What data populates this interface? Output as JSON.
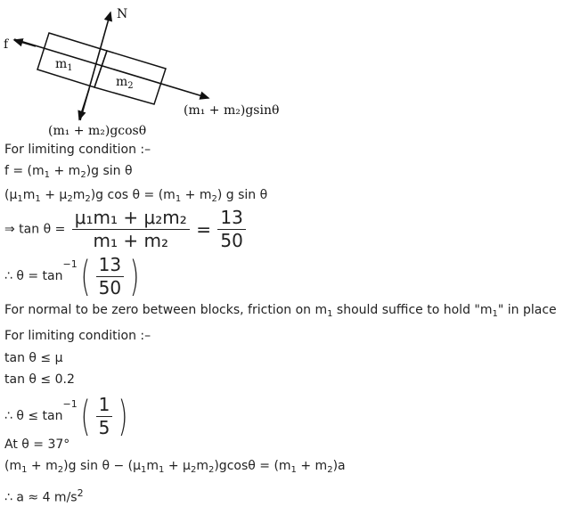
{
  "diagram": {
    "normal_label": "N",
    "friction_label": "f",
    "block1_label": "m",
    "block1_sub": "1",
    "block2_label": "m",
    "block2_sub": "2",
    "sin_label": "(m₁ + m₂)gsinθ",
    "cos_label": "(m₁ + m₂)gcosθ"
  },
  "lines": {
    "l1": "For limiting condition :–",
    "l2a": "f = (m",
    "l2b": "1",
    "l2c": " + m",
    "l2d": "2",
    "l2e": ")g sin θ",
    "l3a": "(μ",
    "l3b": "1",
    "l3c": "m",
    "l3d": "1",
    "l3e": " + μ",
    "l3f": "2",
    "l3g": "m",
    "l3h": "2",
    "l3i": ")g cos θ = (m",
    "l3j": "1",
    "l3k": " + m",
    "l3l": "2",
    "l3m": ") g sin θ",
    "l4_prefix": "⇒ tan θ =",
    "l4_num": "μ₁m₁ + μ₂m₂",
    "l4_den": "m₁ + m₂",
    "l4_eq": "=",
    "l4_num2": "13",
    "l4_den2": "50",
    "l5_prefix": "∴  θ = tan",
    "l5_sup": "−1",
    "l5_num": "13",
    "l5_den": "50",
    "l6a": "For normal to be zero between blocks, friction on m",
    "l6b": "1",
    "l6c": " should suffice to hold \"m",
    "l6d": "1",
    "l6e": "\" in place",
    "l7": "For limiting condition :–",
    "l8": "tan θ ≤ μ",
    "l9": "tan θ ≤ 0.2",
    "l10_prefix": "∴  θ ≤ tan",
    "l10_sup": "−1",
    "l10_num": "1",
    "l10_den": "5",
    "l11": "At θ = 37°",
    "l12a": "(m",
    "l12b": "1",
    "l12c": " + m",
    "l12d": "2",
    "l12e": ")g sin θ − (μ",
    "l12f": "1",
    "l12g": "m",
    "l12h": "1",
    "l12i": " + μ",
    "l12j": "2",
    "l12k": "m",
    "l12l": "2",
    "l12m": ")gcosθ = (m",
    "l12n": "1",
    "l12o": " + m",
    "l12p": "2",
    "l12q": ")a",
    "l13a": "∴ a ≈ 4 m/s",
    "l13b": "2"
  }
}
